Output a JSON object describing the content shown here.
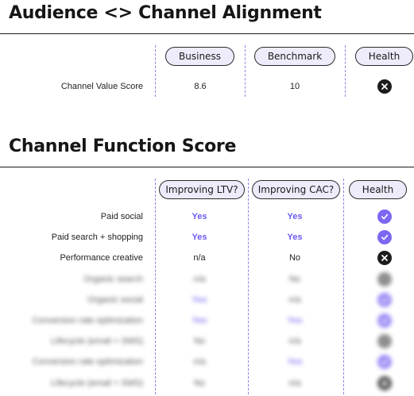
{
  "section1": {
    "title": "Audience <> Channel Alignment",
    "columns": [
      "Business",
      "Benchmark",
      "Health"
    ],
    "rows": [
      {
        "label": "Channel Value Score",
        "business": "8.6",
        "benchmark": "10",
        "health": "x"
      }
    ]
  },
  "section2": {
    "title": "Channel Function Score",
    "columns": [
      "Improving LTV?",
      "Improving CAC?",
      "Health"
    ],
    "rows": [
      {
        "label": "Paid social",
        "ltv": "Yes",
        "cac": "Yes",
        "health": "check",
        "blurred": false
      },
      {
        "label": "Paid search + shopping",
        "ltv": "Yes",
        "cac": "Yes",
        "health": "check",
        "blurred": false
      },
      {
        "label": "Performance creative",
        "ltv": "n/a",
        "cac": "No",
        "health": "x",
        "blurred": false
      },
      {
        "label": "Organic search",
        "ltv": "n/a",
        "cac": "No",
        "health": "grey",
        "blurred": true
      },
      {
        "label": "Organic social",
        "ltv": "Yes",
        "cac": "n/a",
        "health": "check",
        "blurred": true
      },
      {
        "label": "Conversion rate optimization",
        "ltv": "Yes",
        "cac": "Yes",
        "health": "check",
        "blurred": true
      },
      {
        "label": "Lifecycle (email + SMS)",
        "ltv": "No",
        "cac": "n/a",
        "health": "grey",
        "blurred": true
      },
      {
        "label": "Conversion rate optimization",
        "ltv": "n/a",
        "cac": "Yes",
        "health": "check",
        "blurred": true
      },
      {
        "label": "Lifecycle (email + SMS)",
        "ltv": "No",
        "cac": "n/a",
        "health": "x",
        "blurred": true
      }
    ]
  },
  "colors": {
    "accent": "#6b5cf0",
    "pill_bg": "#eeebfb",
    "x_icon": "#1c1c1c"
  }
}
